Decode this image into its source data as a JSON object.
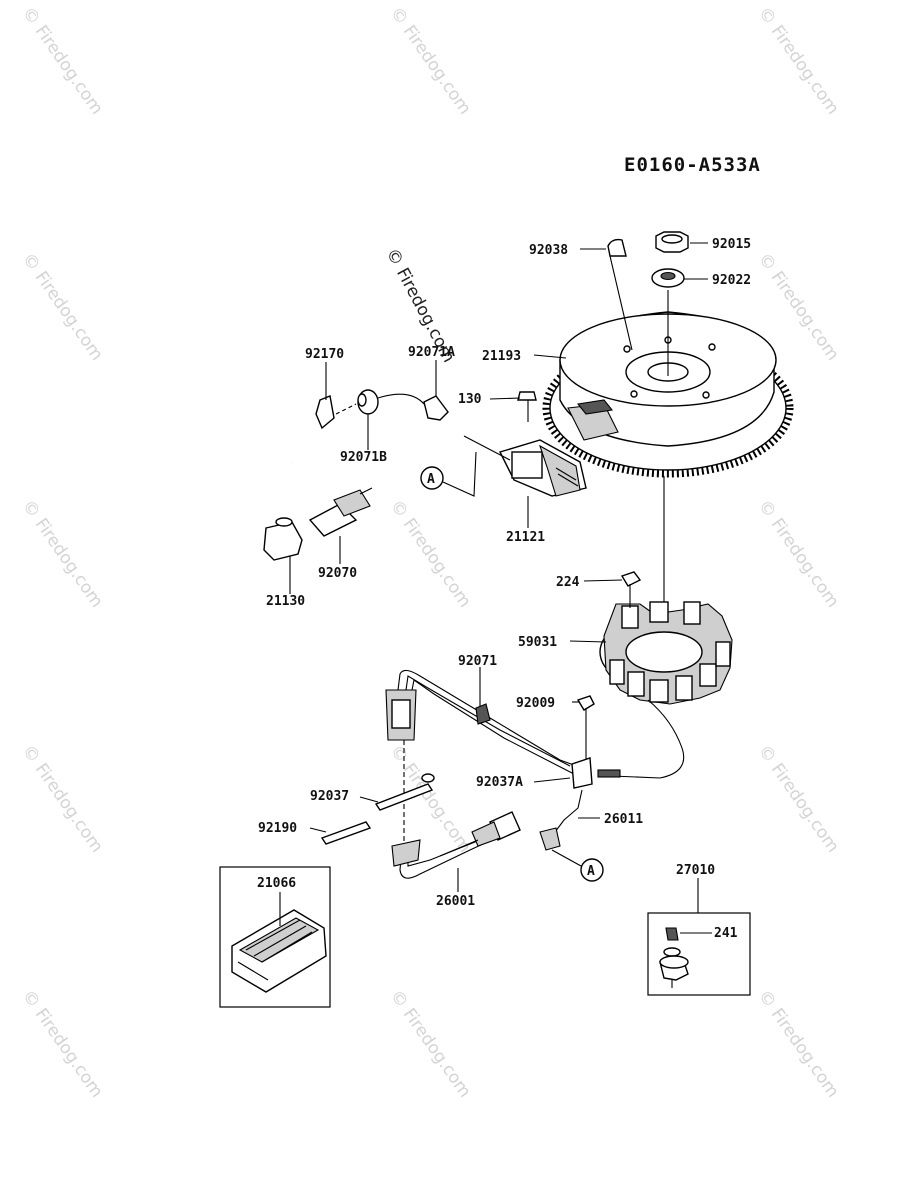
{
  "diagram_code": "E0160-A533A",
  "watermark": {
    "text": "© Firedog.com",
    "inline_text": "© Firedog.com"
  },
  "parts": {
    "p92038": "92038",
    "p92015": "92015",
    "p92022": "92022",
    "p21193": "21193",
    "p92170": "92170",
    "p92071A": "92071A",
    "p130": "130",
    "p92071B": "92071B",
    "p21121": "21121",
    "p92070": "92070",
    "p21130": "21130",
    "p224": "224",
    "p59031": "59031",
    "p92071": "92071",
    "p92009": "92009",
    "p92037A": "92037A",
    "p92037": "92037",
    "p26011": "26011",
    "p92190": "92190",
    "p26001": "26001",
    "p21066": "21066",
    "p27010": "27010",
    "p241": "241"
  },
  "connector_marks": {
    "upper": "A",
    "lower": "A"
  }
}
